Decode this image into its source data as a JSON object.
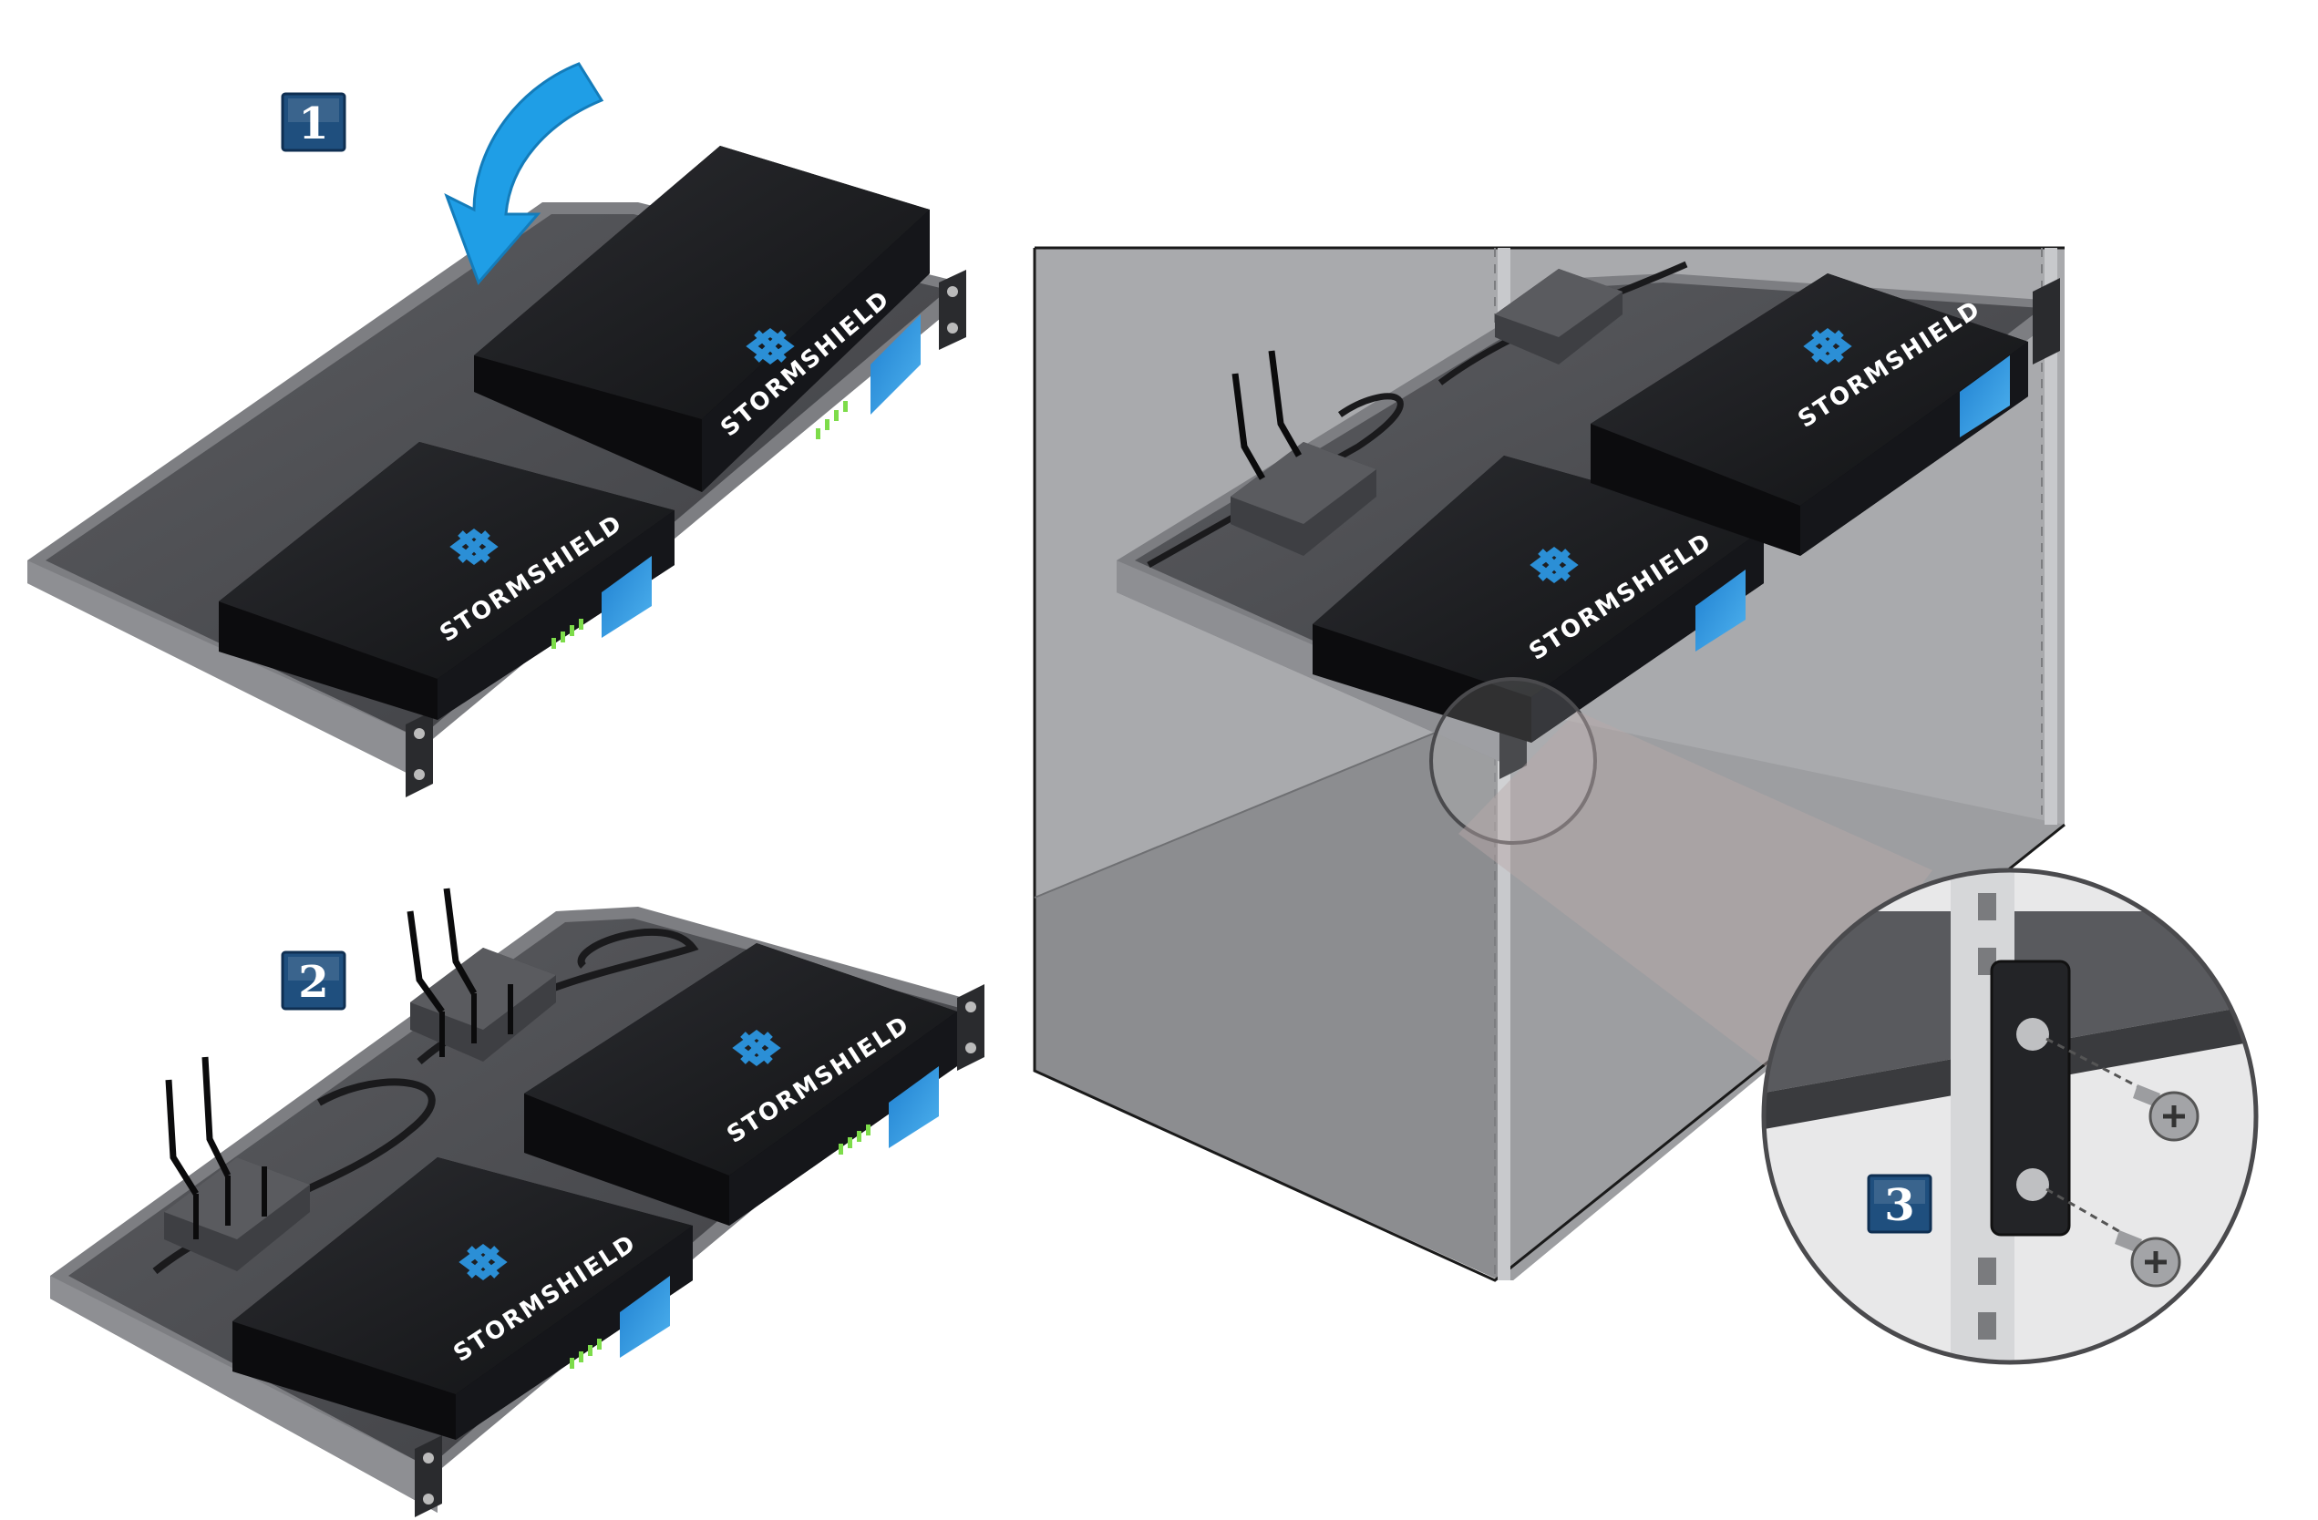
{
  "steps": [
    {
      "number": "1"
    },
    {
      "number": "2"
    },
    {
      "number": "3"
    }
  ],
  "brand": {
    "name": "STORMSHIELD",
    "accent": "#2b8fd6",
    "device_color": "#1c1d20",
    "tray_color": "#4a4b4f"
  },
  "colors": {
    "badge_fill": "#1f4f7e",
    "badge_border": "#0f2f52",
    "arrow": "#1f9ee6",
    "rack_wall": "#a9aaad",
    "rack_shadow": "#8c8d90",
    "zoom_cone": "#b8a8a8"
  },
  "icons": [
    "curved-arrow-icon",
    "stormshield-logo-icon",
    "screw-icon",
    "antenna-icon",
    "power-adapter-icon",
    "magnifier-circle-icon"
  ]
}
